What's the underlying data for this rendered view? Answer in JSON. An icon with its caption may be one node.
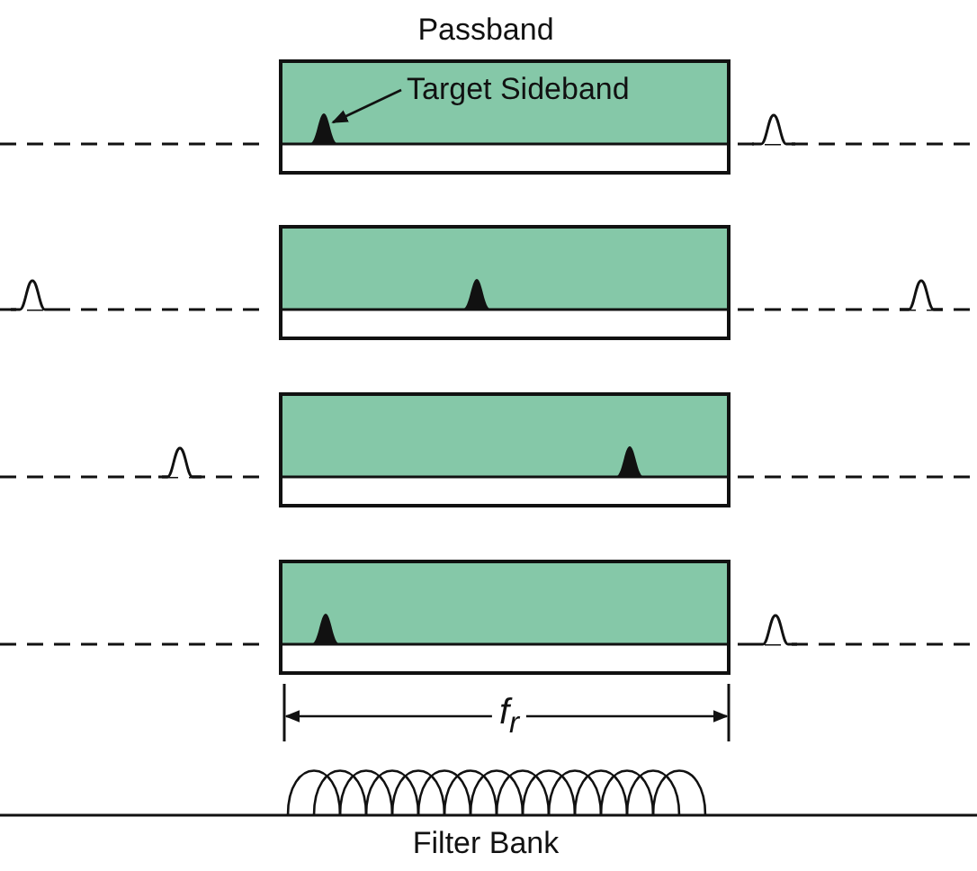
{
  "diagram": {
    "nodes": [
      {
        "text": [
          "Target Sideband"
        ]
      },
      {
        "text": [],
        "shape": "spike"
      },
      {
        "text": [],
        "shape": "spike"
      },
      {
        "text": [],
        "shape": "spike"
      },
      {
        "text": [],
        "shape": "spike"
      }
    ],
    "edges": [
      {
        "from": 0,
        "to": 1,
        "arrow": "to"
      }
    ],
    "labels": [
      "Passband",
      "f$_{r}$",
      "Filter Bank"
    ]
  }
}
